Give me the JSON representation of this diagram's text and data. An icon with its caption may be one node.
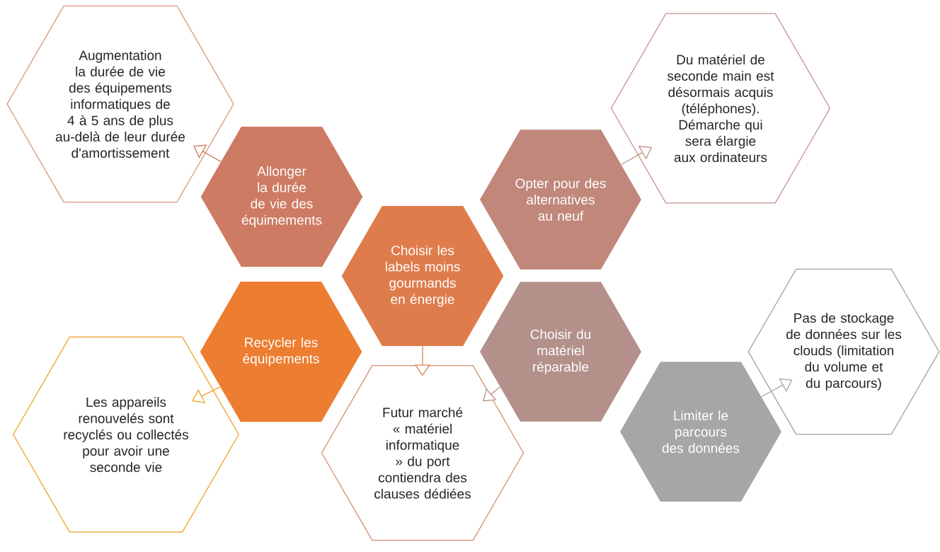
{
  "diagram": {
    "nodes": [
      {
        "text": [
          "Augmentation la durée de vie des équipements informatiques de 4 à 5 ans de plus au-delà de leur durée d'amortissement"
        ]
      },
      {
        "text": [
          "Allonger la durée de vie des équimements"
        ]
      },
      {
        "text": [
          "Du matériel de seconde main est désormais acquis (téléphones). Démarche qui sera élargie aux ordinateurs"
        ]
      },
      {
        "text": [
          "Opter pour des alternatives au neuf"
        ]
      },
      {
        "text": [
          "Choisir les labels moins gourmands en énergie"
        ]
      },
      {
        "text": [
          "Recycler les équipements"
        ]
      },
      {
        "text": [
          "Choisir du matériel réparable"
        ]
      },
      {
        "text": [
          "Pas de stockage de données sur les clouds (limitation du volume et du parcours)"
        ]
      },
      {
        "text": [
          "Les appareils renouvelés sont recyclés ou collectés pour avoir une seconde vie"
        ]
      },
      {
        "text": [
          "Futur marché « matériel informatique » du port contiendra des clauses dédiées"
        ]
      },
      {
        "text": [
          "Limiter le parcours des données"
        ]
      }
    ],
    "edges": [
      {
        "from": 1,
        "to": 0,
        "arrow": "to",
        "color": "#d37b5b"
      },
      {
        "from": 3,
        "to": 2,
        "arrow": "to",
        "color": "#c08f86"
      },
      {
        "from": 4,
        "to": 9,
        "arrow": "to",
        "color": "#d9825c"
      },
      {
        "from": 6,
        "to": 9,
        "arrow": "to",
        "color": "#c08f86"
      },
      {
        "from": 10,
        "to": 7,
        "arrow": "to",
        "color": "#a6a6a6"
      },
      {
        "from": 5,
        "to": 8,
        "arrow": "to",
        "color": "#f0a020"
      }
    ]
  }
}
